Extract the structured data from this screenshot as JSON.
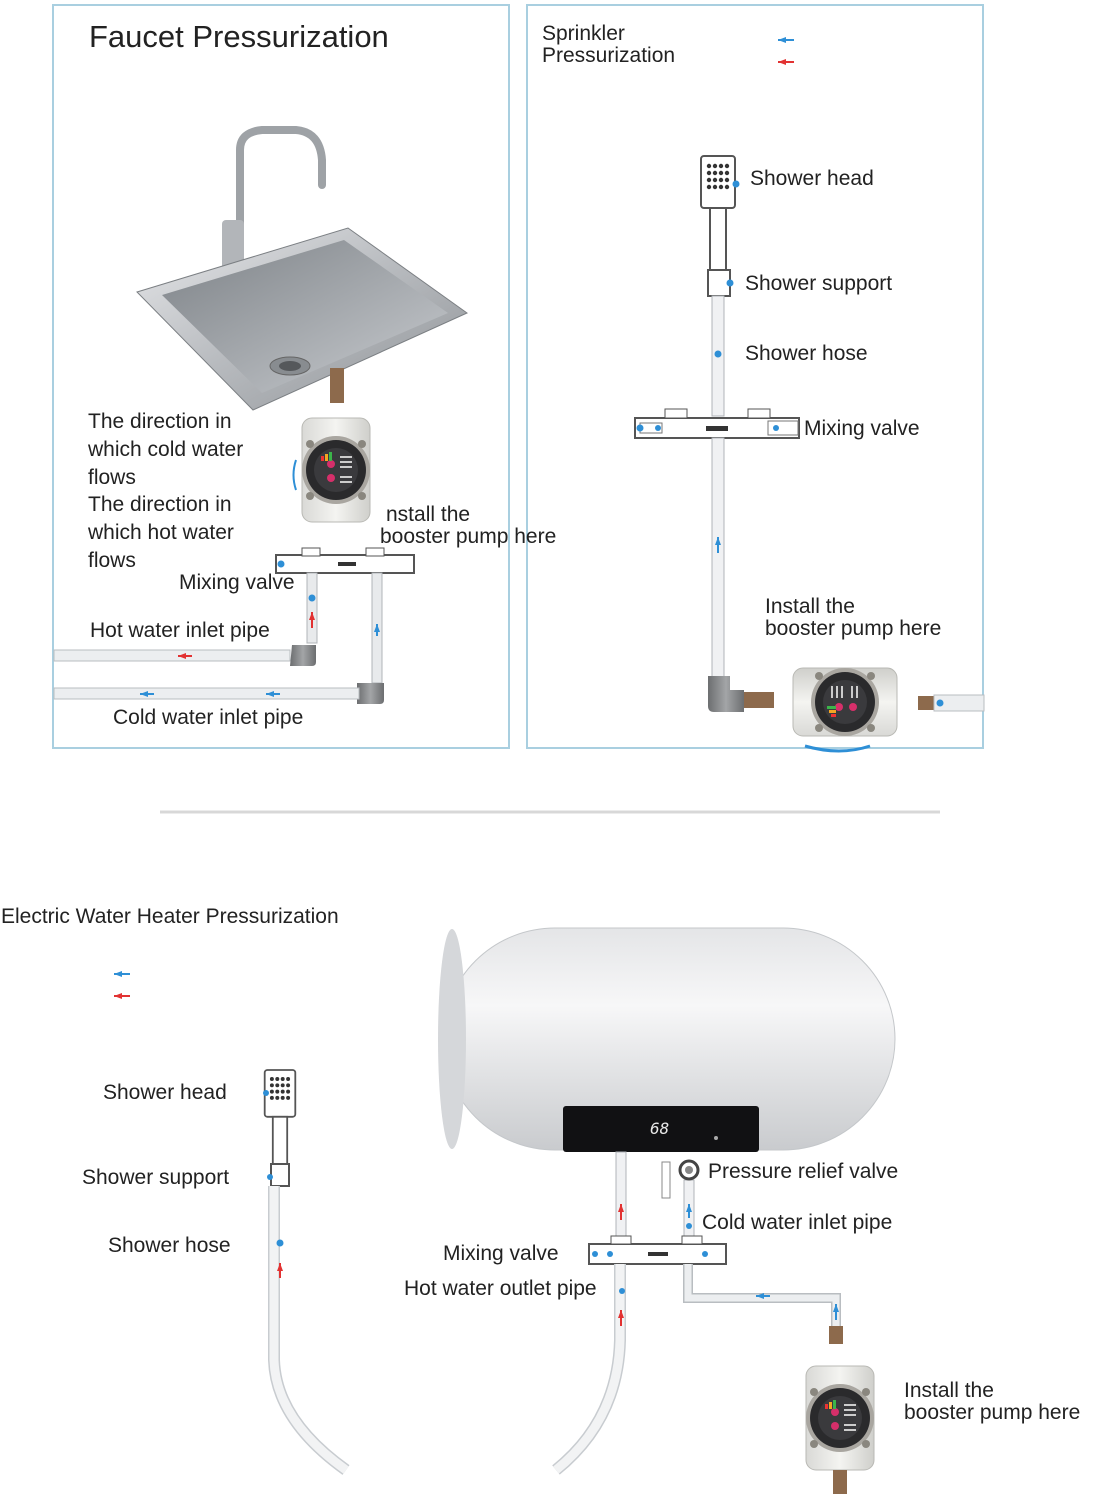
{
  "colors": {
    "cold_arrow": "#2e8fd6",
    "hot_arrow": "#e23232",
    "panel_border": "#a9cfe0",
    "pipe": "#d7d9dc"
  },
  "faucet": {
    "title": "Faucet Pressurization",
    "cold_dir_l1": "The direction in",
    "cold_dir_l2": "which cold water",
    "cold_dir_l3": "flows",
    "hot_dir_l1": "The direction in",
    "hot_dir_l2": "which hot water",
    "hot_dir_l3": "flows",
    "install_l1": "nstall the",
    "install_l2": "booster pump here",
    "mixing_valve": "Mixing valve",
    "hot_inlet": "Hot water inlet pipe",
    "cold_inlet": "Cold water inlet pipe"
  },
  "sprinkler": {
    "title_l1": "Sprinkler",
    "title_l2": "Pressurization",
    "shower_head": "Shower head",
    "shower_support": "Shower support",
    "shower_hose": "Shower hose",
    "mixing_valve": "Mixing valve",
    "install_l1": "Install the",
    "install_l2": "booster pump here"
  },
  "heater": {
    "title": "Electric Water Heater Pressurization",
    "display": "68",
    "shower_head": "Shower head",
    "shower_support": "Shower support",
    "shower_hose": "Shower hose",
    "pressure_relief": "Pressure relief valve",
    "cold_inlet": "Cold water inlet pipe",
    "mixing_valve": "Mixing valve",
    "hot_outlet": "Hot water outlet pipe",
    "install_l1": "Install the",
    "install_l2": "booster pump here"
  }
}
